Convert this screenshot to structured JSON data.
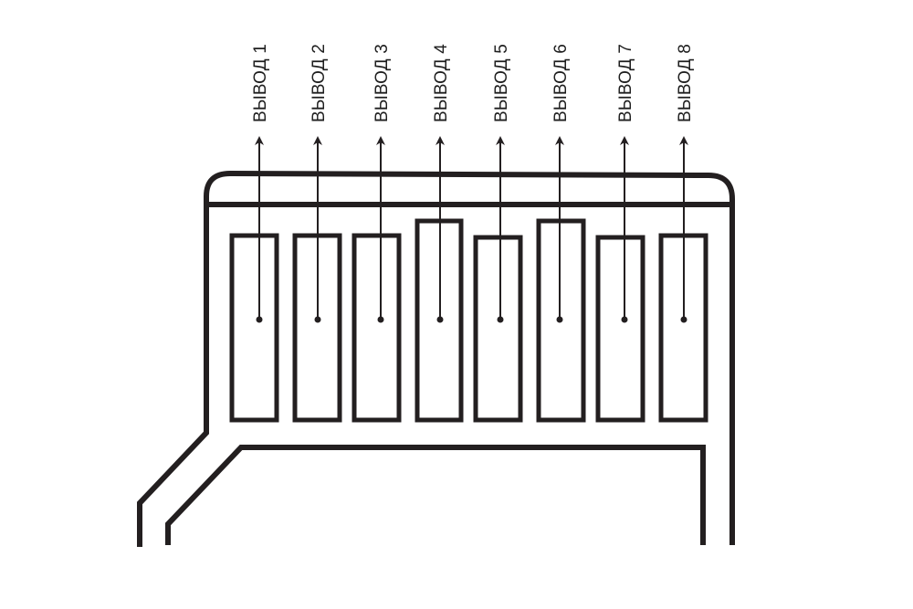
{
  "pins": [
    {
      "label": "ВЫВОД 1"
    },
    {
      "label": "ВЫВОД 2"
    },
    {
      "label": "ВЫВОД 3"
    },
    {
      "label": "ВЫВОД 4"
    },
    {
      "label": "ВЫВОД 5"
    },
    {
      "label": "ВЫВОД 6"
    },
    {
      "label": "ВЫВОД 7"
    },
    {
      "label": "ВЫВОД 8"
    }
  ],
  "colors": {
    "line": "#231f20",
    "text": "#1e1e1e",
    "background": "#ffffff"
  }
}
